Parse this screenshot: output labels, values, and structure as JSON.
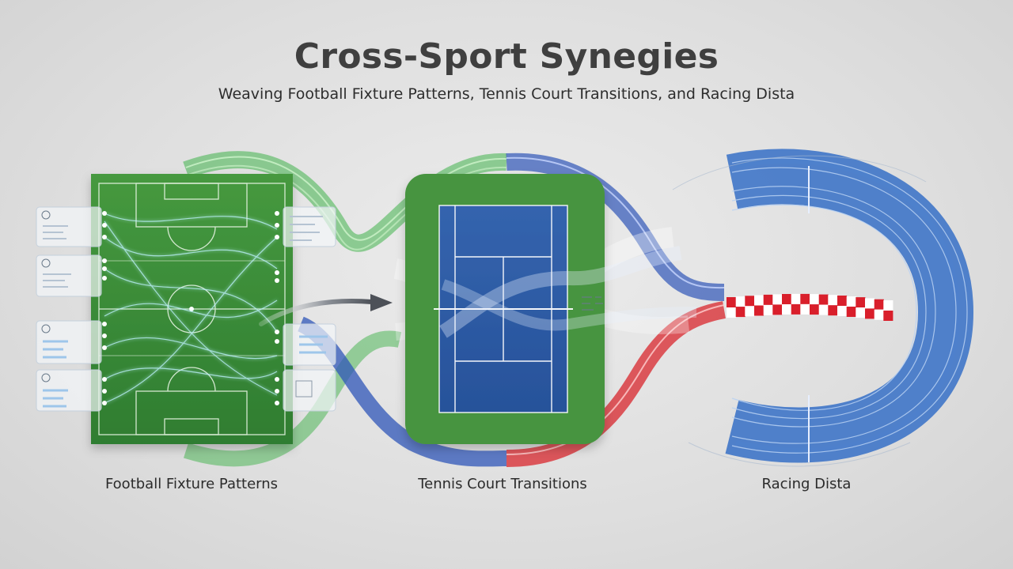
{
  "title": "Cross-Sport Synegies",
  "subtitle": "Weaving Football Fixture Patterns, Tennis Court Transitions, and Racing Dista",
  "sections": [
    {
      "label": "Football Fixture Patterns"
    },
    {
      "label": "Tennis Court Transitions"
    },
    {
      "label": "Racing Dista"
    }
  ],
  "colors": {
    "football": "#3f8f3a",
    "tennis_court": "#2e5fa8",
    "tennis_surround": "#479440",
    "racing_track": "#3f76c8",
    "ribbon_green": "#3fb24a",
    "ribbon_blue": "#2f55b8",
    "ribbon_red": "#d8262c",
    "checker_red": "#d91f2b"
  },
  "icons": [
    "soccer-ball-icon",
    "data-panel-icon",
    "flow-arrow-icon",
    "checkered-flag-icon"
  ]
}
